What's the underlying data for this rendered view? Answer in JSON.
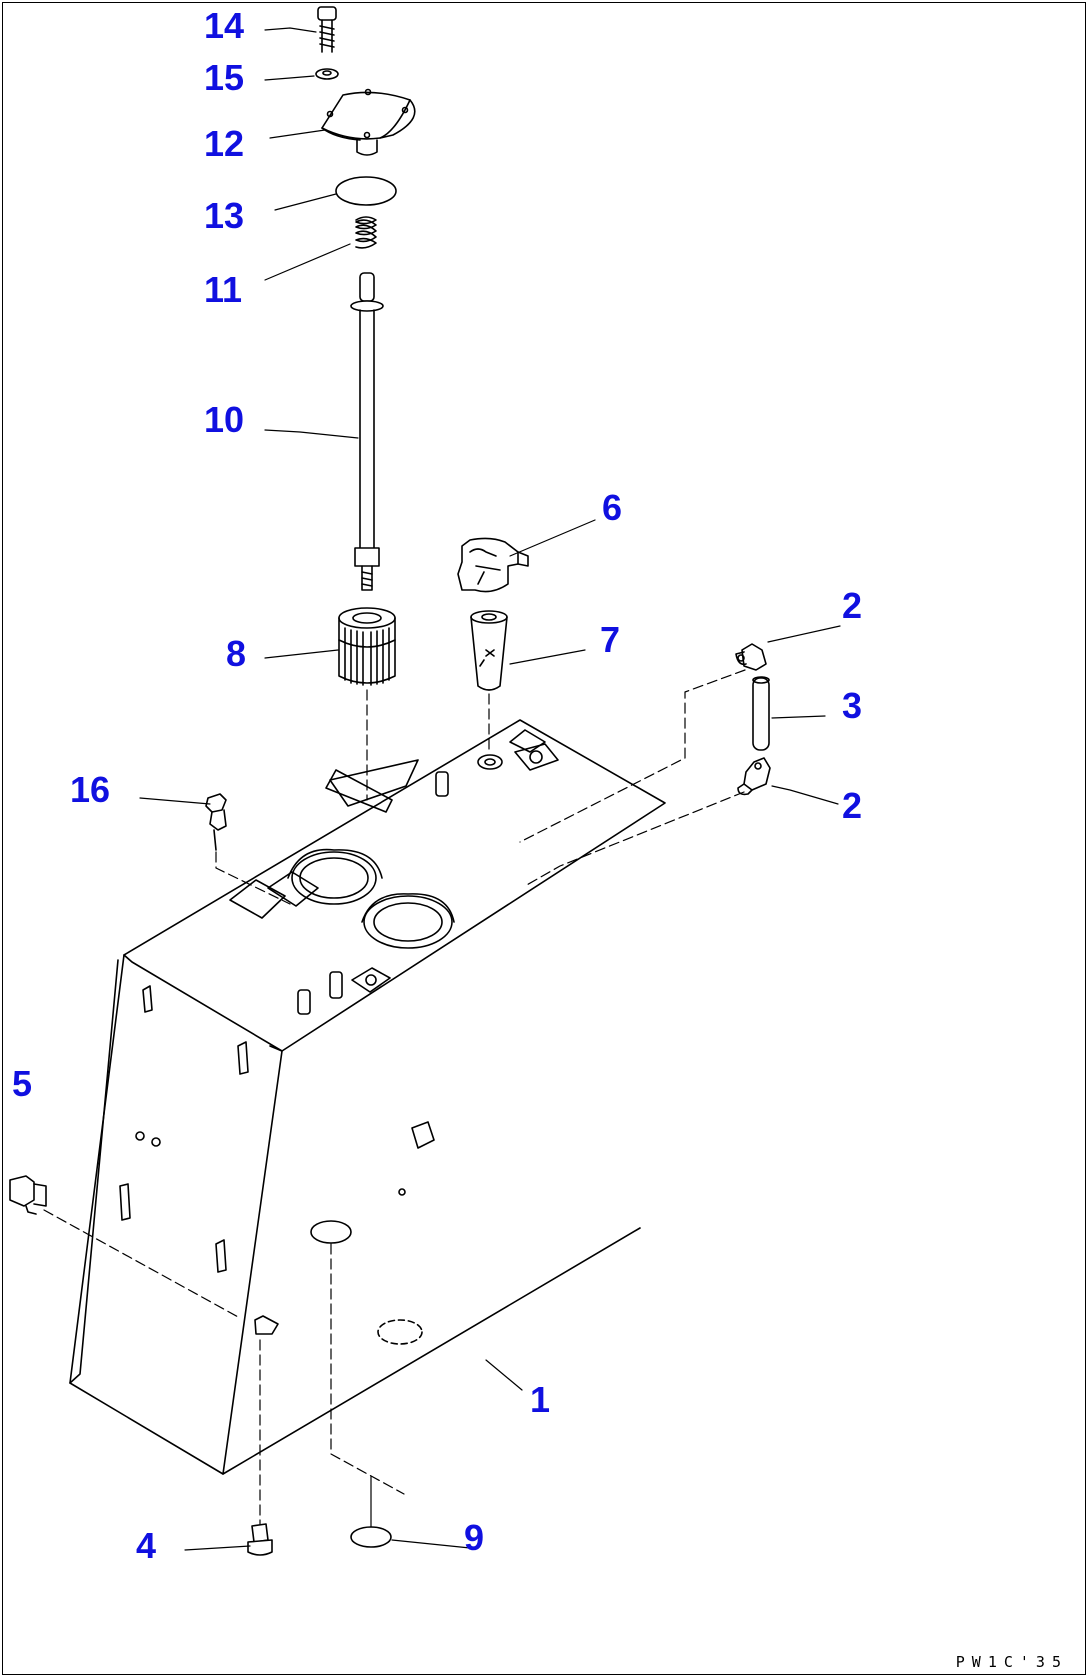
{
  "diagram": {
    "type": "exploded-parts-diagram",
    "colors": {
      "callout": "#1010e0",
      "linework": "#000000",
      "background": "#ffffff"
    },
    "callouts": [
      {
        "id": "c14",
        "label": "14"
      },
      {
        "id": "c15",
        "label": "15"
      },
      {
        "id": "c12",
        "label": "12"
      },
      {
        "id": "c13",
        "label": "13"
      },
      {
        "id": "c11",
        "label": "11"
      },
      {
        "id": "c10",
        "label": "10"
      },
      {
        "id": "c6",
        "label": "6"
      },
      {
        "id": "c7",
        "label": "7"
      },
      {
        "id": "c8",
        "label": "8"
      },
      {
        "id": "c2a",
        "label": "2"
      },
      {
        "id": "c3",
        "label": "3"
      },
      {
        "id": "c2b",
        "label": "2"
      },
      {
        "id": "c16",
        "label": "16"
      },
      {
        "id": "c5",
        "label": "5"
      },
      {
        "id": "c1",
        "label": "1"
      },
      {
        "id": "c4",
        "label": "4"
      },
      {
        "id": "c9",
        "label": "9"
      }
    ],
    "drawing_code": "PW1C'35"
  }
}
